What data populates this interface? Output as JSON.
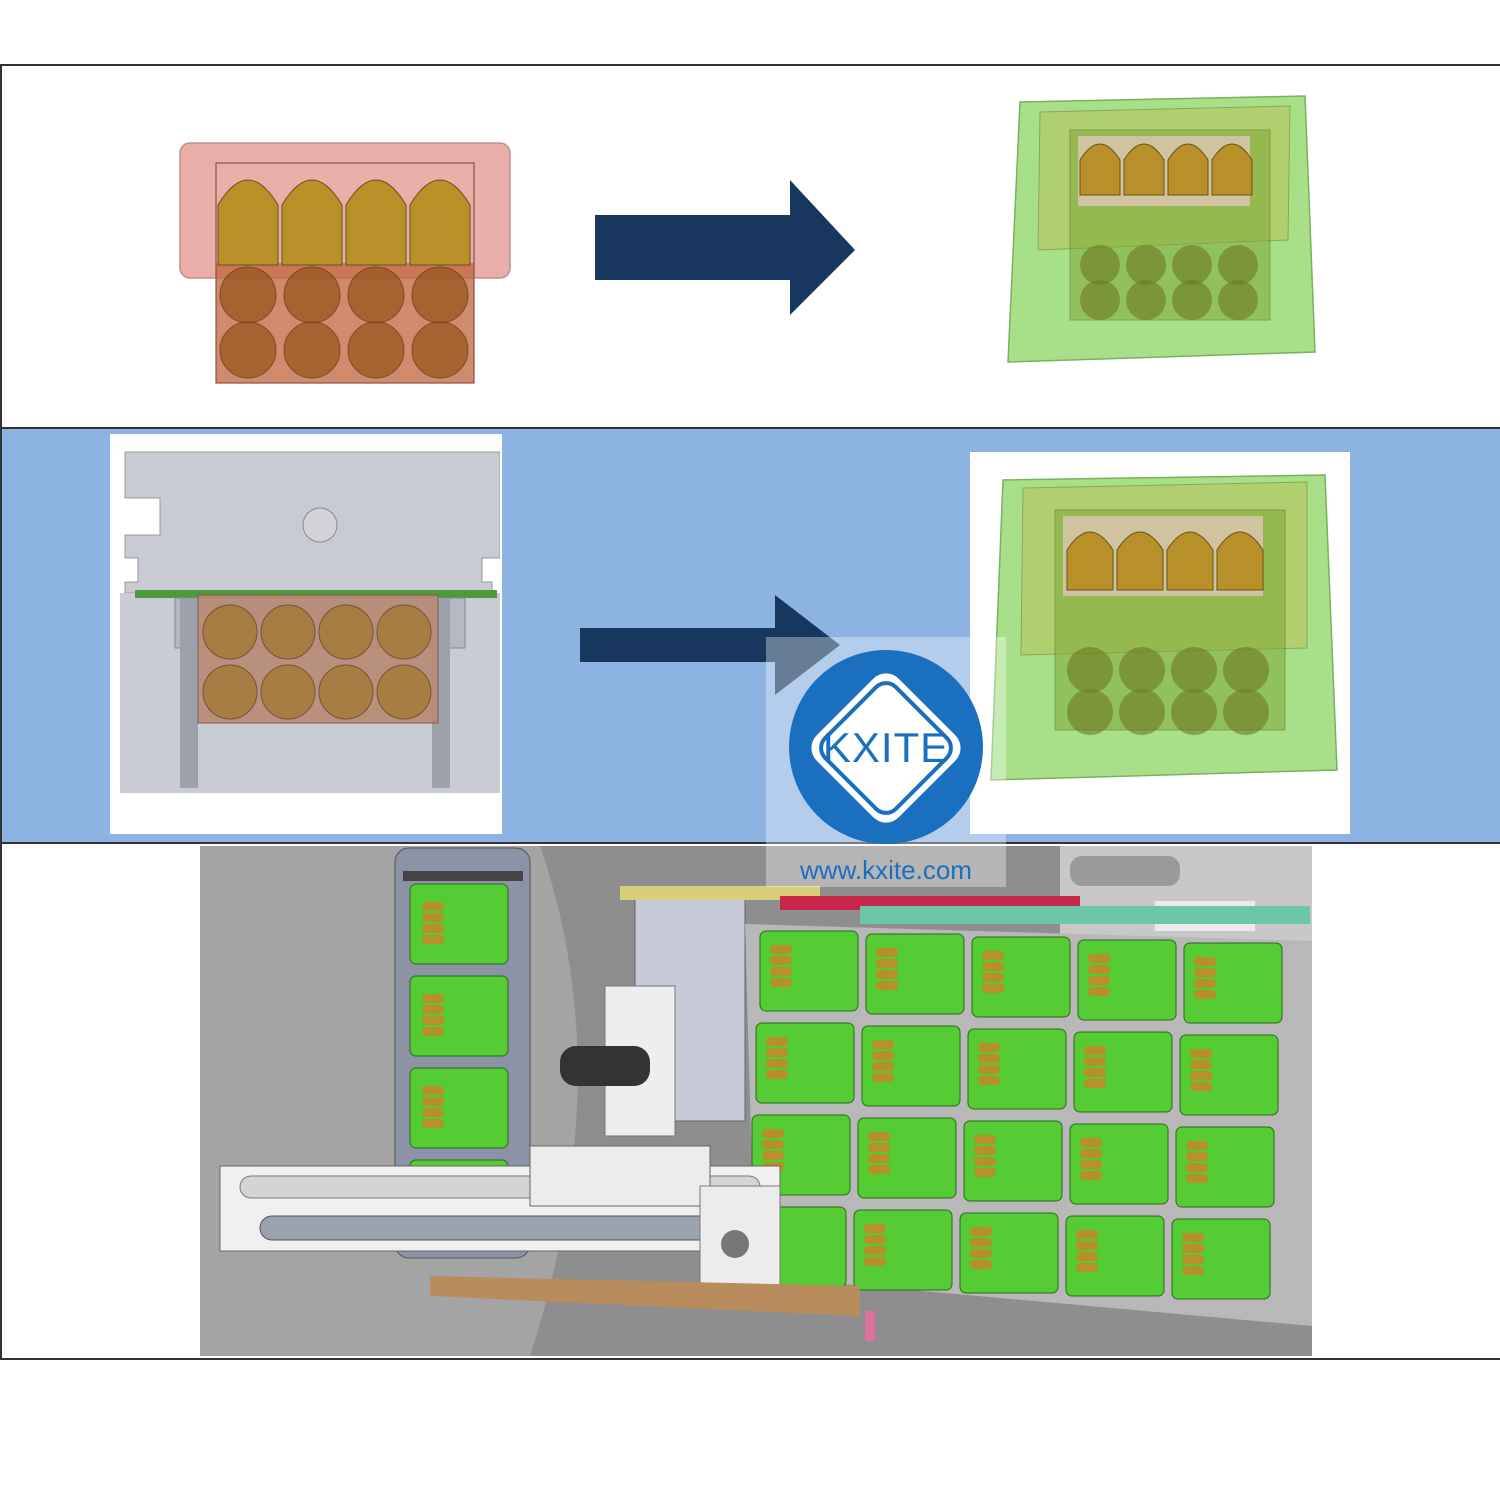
{
  "watermark": {
    "logo_text": "KXITE",
    "url": "www.kxite.com",
    "color": "#1a6fbf"
  },
  "colors": {
    "arrow": "#17375e",
    "row2_background": "#8db3e2",
    "red_holder": "#e8a6a0",
    "green_holder": "#a8e08a",
    "battery_gold": "#b8902a",
    "pcb_green": "#55cc33"
  },
  "rows": [
    {
      "name": "before-after-holder",
      "left": "red-holder-with-batteries",
      "right": "green-holder-with-batteries"
    },
    {
      "name": "fixture-to-holder",
      "left": "fixture-cross-section",
      "right": "green-holder-with-batteries"
    },
    {
      "name": "machine-assembly",
      "content": "pcb-grid-conveyor"
    }
  ]
}
